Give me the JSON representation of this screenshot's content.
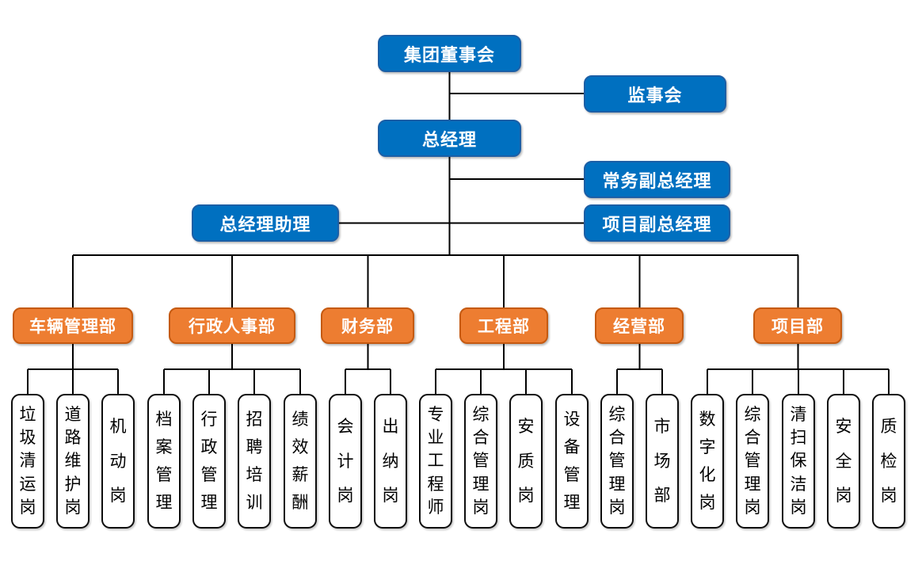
{
  "colors": {
    "node_blue_fill": "#0070C0",
    "node_blue_border": "#1C5FA6",
    "dept_orange_fill": "#ED7D31",
    "dept_orange_border": "#C55A11",
    "position_fill": "#FFFFFF",
    "position_border": "#0D0D0D",
    "connector_line": "#000000",
    "node_text": "#FFFFFF",
    "position_text": "#000000"
  },
  "nodes": {
    "board": {
      "label": "集团董事会"
    },
    "supervisory": {
      "label": "监事会"
    },
    "gm": {
      "label": "总经理"
    },
    "exec_deputy": {
      "label": "常务副总经理"
    },
    "assistant": {
      "label": "总经理助理"
    },
    "project_deputy": {
      "label": "项目副总经理"
    }
  },
  "departments": [
    {
      "label": "车辆管理部",
      "positions": [
        "垃圾清运岗",
        "道路维护岗",
        "机动岗"
      ]
    },
    {
      "label": "行政人事部",
      "positions": [
        "档案管理",
        "行政管理",
        "招聘培训",
        "绩效薪酬"
      ]
    },
    {
      "label": "财务部",
      "positions": [
        "会计岗",
        "出纳岗"
      ]
    },
    {
      "label": "工程部",
      "positions": [
        "专业工程师",
        "综合管理岗",
        "安质岗",
        "设备管理"
      ]
    },
    {
      "label": "经营部",
      "positions": [
        "综合管理岗",
        "市场部"
      ]
    },
    {
      "label": "项目部",
      "positions": [
        "数字化岗",
        "综合管理岗",
        "清扫保洁岗",
        "安全岗",
        "质检岗"
      ]
    }
  ]
}
